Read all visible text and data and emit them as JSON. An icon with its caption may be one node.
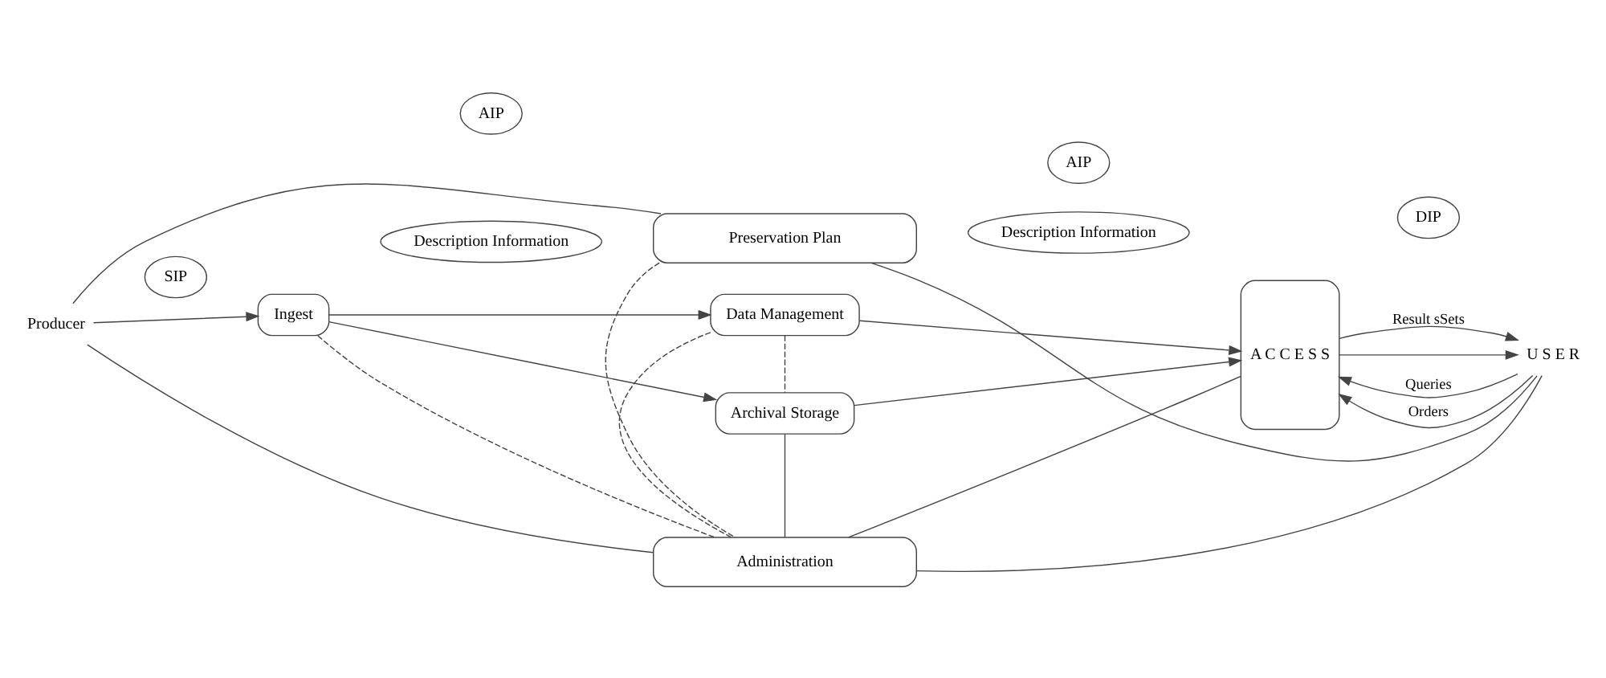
{
  "diagram": {
    "nodes": [
      {
        "text": [
          "Preservation Plan"
        ]
      },
      {
        "text": [
          "Producer"
        ]
      },
      {
        "text": [
          "SIP"
        ]
      },
      {
        "text": [
          "Ingest"
        ]
      },
      {
        "text": [
          "Description Information"
        ]
      },
      {
        "text": [
          "AIP"
        ]
      },
      {
        "text": [
          "Data Management"
        ]
      },
      {
        "text": [
          "Archival Storage"
        ]
      },
      {
        "text": [
          "Description Information"
        ]
      },
      {
        "text": [
          "AIP"
        ]
      },
      {
        "text": [
          "A C C E S S"
        ]
      },
      {
        "text": [
          "DIP"
        ]
      },
      {
        "text": [
          "U S E R"
        ]
      },
      {
        "text": [
          "Administration"
        ]
      }
    ],
    "edges": [
      {
        "from": 1,
        "to": 0,
        "arrow": "none"
      },
      {
        "from": 1,
        "to": 13,
        "arrow": "none"
      },
      {
        "from": 1,
        "to": 3,
        "arrow": "to"
      },
      {
        "from": 3,
        "to": 6,
        "arrow": "to"
      },
      {
        "from": 3,
        "to": 7,
        "arrow": "to"
      },
      {
        "from": 6,
        "to": 10,
        "arrow": "to"
      },
      {
        "from": 7,
        "to": 10,
        "arrow": "to"
      },
      {
        "from": 12,
        "to": 10,
        "arrow": "to",
        "label": "Queries"
      },
      {
        "from": 10,
        "to": 12,
        "arrow": "to",
        "label": "Result sSets"
      },
      {
        "from": 12,
        "to": 10,
        "arrow": "to",
        "label": "Orders"
      },
      {
        "from": 10,
        "to": 12,
        "arrow": "to"
      },
      {
        "from": 12,
        "to": 0,
        "arrow": "none"
      },
      {
        "from": 12,
        "to": 13,
        "arrow": "none"
      },
      {
        "from": 0,
        "to": 13,
        "arrow": "none",
        "style": "dashed"
      },
      {
        "from": 3,
        "to": 13,
        "arrow": "none",
        "style": "dashed"
      },
      {
        "from": 6,
        "to": 7,
        "arrow": "none",
        "style": "dashed"
      },
      {
        "from": 6,
        "to": 13,
        "arrow": "none",
        "style": "dashed"
      },
      {
        "from": 7,
        "to": 13,
        "arrow": "none"
      },
      {
        "from": 10,
        "to": 13,
        "arrow": "none"
      }
    ]
  }
}
